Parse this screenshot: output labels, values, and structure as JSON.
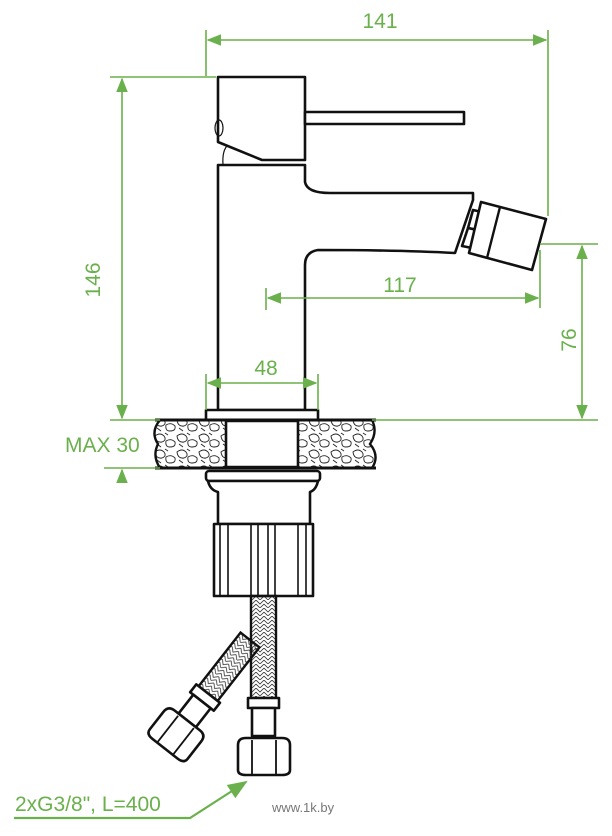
{
  "dimensions": {
    "overall_width": "141",
    "overall_height": "146",
    "spout_reach": "117",
    "spout_height": "76",
    "base_diameter": "48",
    "max_counter_thickness": "MAX 30",
    "hoses": "2xG3/8\", L=400"
  },
  "watermark": "www.1k.by",
  "colors": {
    "dimension": "#6ab04c",
    "drawing": "#111111"
  }
}
